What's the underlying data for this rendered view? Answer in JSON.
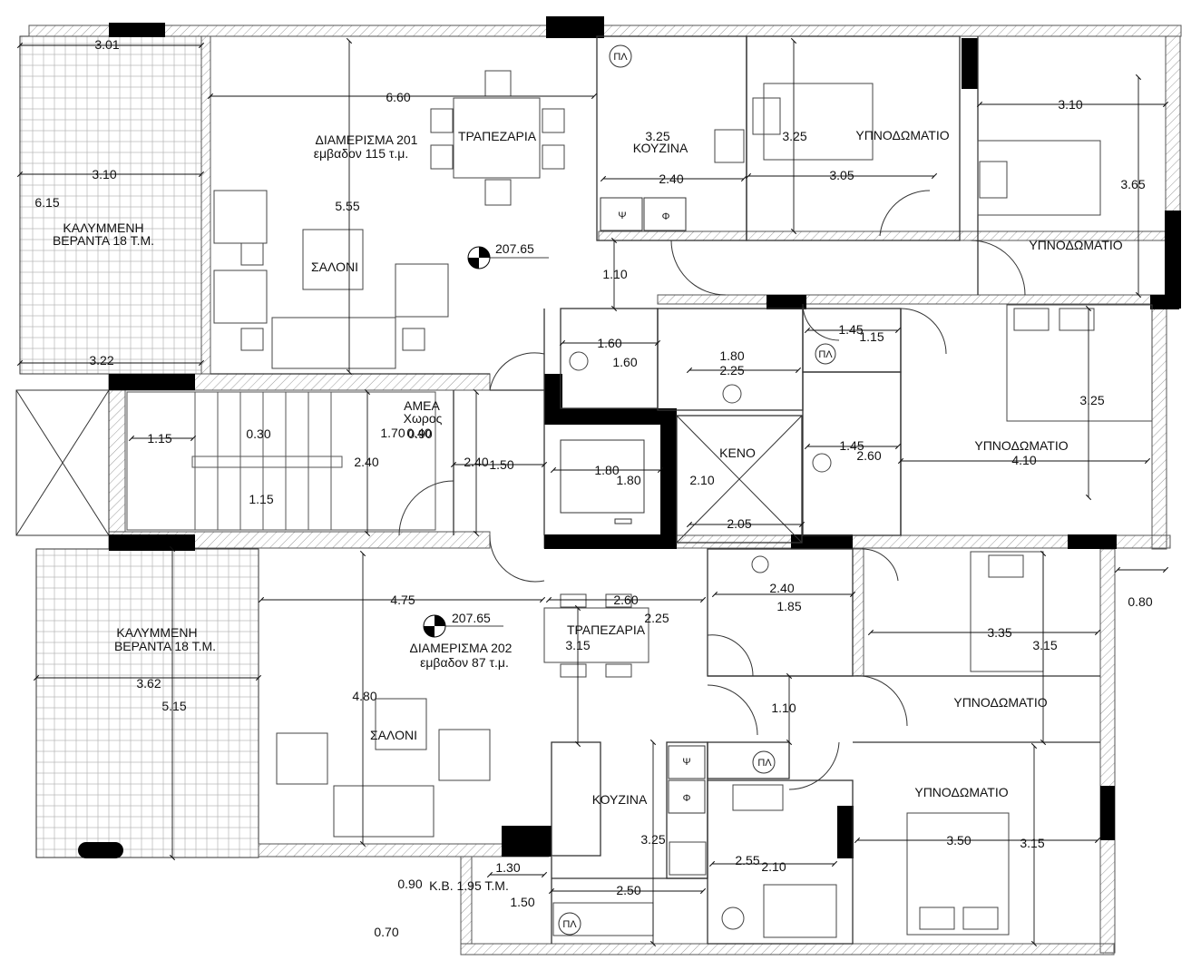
{
  "apartments": {
    "a201": {
      "name": "ΔΙΑΜΕΡΙΣΜΑ 201",
      "area": "εμβαδον 115 τ.μ."
    },
    "a202": {
      "name": "ΔΙΑΜΕΡΙΣΜΑ 202",
      "area": "εμβαδον 87 τ.μ."
    }
  },
  "rooms": {
    "veranda_title": "ΚΑΛΥΜΜΕΝΗ",
    "veranda_area": "ΒΕΡΑΝΤΑ 18 Τ.Μ.",
    "dining": "ΤΡΑΠΕΖΑΡΙΑ",
    "kitchen": "ΚΟΥΖΙΝΑ",
    "living": "ΣΑΛΟΝΙ",
    "bedroom": "ΥΠΝΟΔΩΜΑΤΙΟ",
    "void": "ΚΕΝΟ",
    "amea_1": "ΑΜΕΑ",
    "amea_2": "Χωρος",
    "kv": "Κ.Β. 1.95 Τ.Μ."
  },
  "fixtures": {
    "pl": "ΠΛ",
    "psi": "Ψ",
    "phi": "Φ"
  },
  "levels": {
    "upper": "207.65",
    "lower": "207.65"
  },
  "dims": {
    "d301": "3.01",
    "d660": "6.60",
    "d310a": "3.10",
    "d615": "6.15",
    "d555": "5.55",
    "d322": "3.22",
    "d325k": "3.25",
    "d240k": "2.40",
    "d325b": "3.25",
    "d305": "3.05",
    "d310b": "3.10",
    "d365": "3.65",
    "d110a": "1.10",
    "d160a": "1.60",
    "d160b": "1.60",
    "d180a": "1.80",
    "d225a": "2.25",
    "d145a": "1.45",
    "d115a": "1.15",
    "d325c": "3.25",
    "d115b": "1.15",
    "d030": "0.30",
    "d170": "1.70",
    "d040": "0.40",
    "d090": "0.90",
    "d240s": "2.40",
    "d240t": "2.40",
    "d150a": "1.50",
    "d115c": "1.15",
    "d180b": "1.80",
    "d180c": "1.80",
    "d210a": "2.10",
    "d205": "2.05",
    "d145b": "1.45",
    "d260a": "2.60",
    "d410": "4.10",
    "d475": "4.75",
    "d260b": "2.60",
    "d225b": "2.25",
    "d315a": "3.15",
    "d240u": "2.40",
    "d185": "1.85",
    "d335": "3.35",
    "d315b": "3.15",
    "d080": "0.80",
    "d362": "3.62",
    "d515": "5.15",
    "d480": "4.80",
    "d110b": "1.10",
    "d325d": "3.25",
    "d255": "2.55",
    "d210b": "2.10",
    "d350": "3.50",
    "d315c": "3.15",
    "d130": "1.30",
    "d090b": "0.90",
    "d150b": "1.50",
    "d250": "2.50",
    "d070": "0.70"
  }
}
